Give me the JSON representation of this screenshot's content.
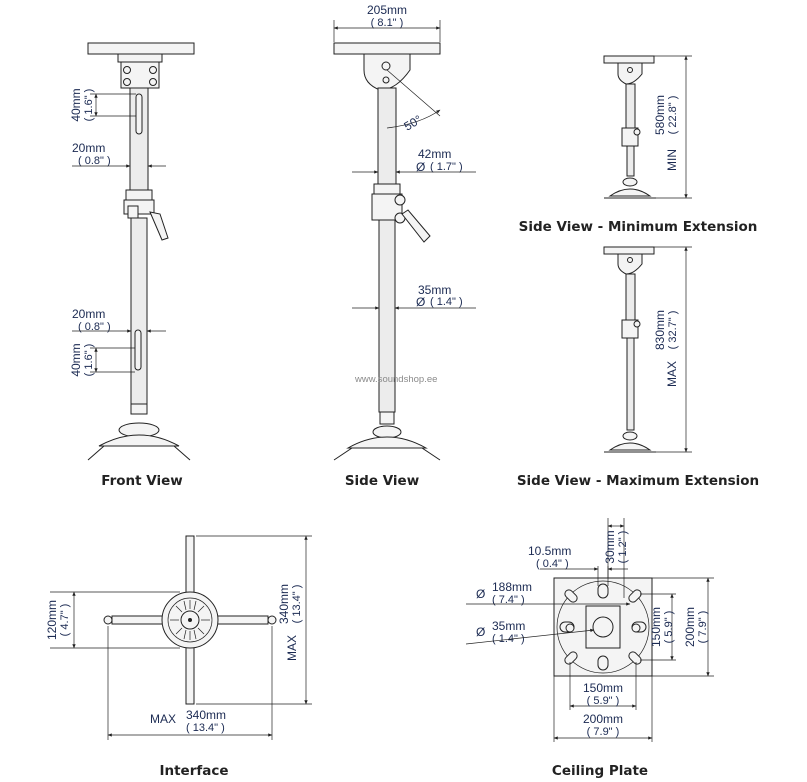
{
  "captions": {
    "front_view": "Front View",
    "side_view": "Side View",
    "side_min": "Side View - Minimum Extension",
    "side_max": "Side View - Maximum Extension",
    "interface": "Interface",
    "ceiling_plate": "Ceiling Plate"
  },
  "watermark": "www.soundshop.ee",
  "front": {
    "slot_top_mm": "40mm",
    "slot_top_in": "( 1.6\" )",
    "width_top_mm": "20mm",
    "width_top_in": "( 0.8\" )",
    "width_bottom_mm": "20mm",
    "width_bottom_in": "( 0.8\" )",
    "slot_bottom_mm": "40mm",
    "slot_bottom_in": "( 1.6\" )"
  },
  "side": {
    "plate_mm": "205mm",
    "plate_in": "( 8.1\" )",
    "angle": "50°",
    "upper_dia_symbol": "Ø",
    "upper_dia_mm": "42mm",
    "upper_dia_in": "( 1.7\" )",
    "lower_dia_symbol": "Ø",
    "lower_dia_mm": "35mm",
    "lower_dia_in": "( 1.4\" )"
  },
  "min_ext": {
    "label": "MIN",
    "mm": "580mm",
    "in": "( 22.8\" )"
  },
  "max_ext": {
    "label": "MAX",
    "mm": "830mm",
    "in": "( 32.7\" )"
  },
  "interface": {
    "left_mm": "120mm",
    "left_in": "( 4.7\" )",
    "right_label": "MAX",
    "right_mm": "340mm",
    "right_in": "( 13.4\" )",
    "bottom_label": "MAX",
    "bottom_mm": "340mm",
    "bottom_in": "( 13.4\" )"
  },
  "ceiling_plate": {
    "slot_mm": "10.5mm",
    "slot_in": "( 0.4\" )",
    "top_mm": "30mm",
    "top_in": "( 1.2\" )",
    "circle_symbol": "Ø",
    "circle_mm": "188mm",
    "circle_in": "( 7.4\" )",
    "hole_symbol": "Ø",
    "hole_mm": "35mm",
    "hole_in": "( 1.4\" )",
    "inner_v_mm": "150mm",
    "inner_v_in": "( 5.9\" )",
    "outer_v_mm": "200mm",
    "outer_v_in": "( 7.9\" )",
    "inner_h_mm": "150mm",
    "inner_h_in": "( 5.9\" )",
    "outer_h_mm": "200mm",
    "outer_h_in": "( 7.9\" )"
  }
}
